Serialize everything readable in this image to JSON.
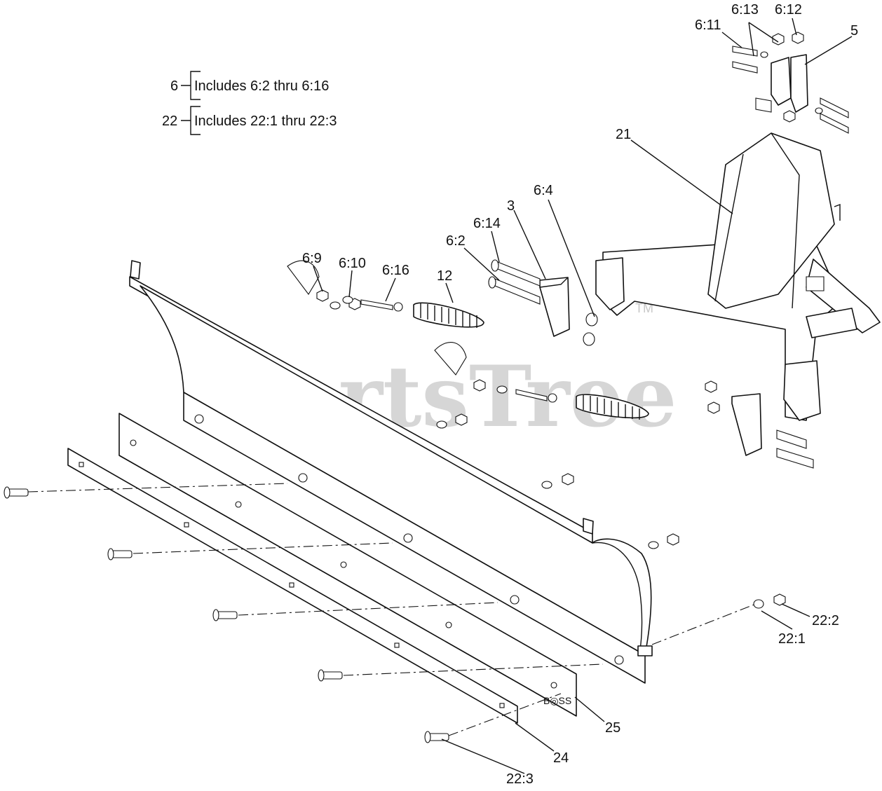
{
  "watermark": {
    "text": "PartsTree",
    "tm": "TM"
  },
  "legend": [
    {
      "key": "6",
      "text": "Includes 6:2 thru 6:16"
    },
    {
      "key": "22",
      "text": "Includes 22:1 thru 22:3"
    }
  ],
  "callouts": {
    "c6_13": "6:13",
    "c6_12": "6:12",
    "c6_11": "6:11",
    "c5": "5",
    "c21": "21",
    "c6_4": "6:4",
    "c3": "3",
    "c6_14": "6:14",
    "c6_2": "6:2",
    "c6_9": "6:9",
    "c6_10": "6:10",
    "c6_16": "6:16",
    "c12": "12",
    "c22_2": "22:2",
    "c22_1": "22:1",
    "c25": "25",
    "c24": "24",
    "c22_3": "22:3"
  }
}
